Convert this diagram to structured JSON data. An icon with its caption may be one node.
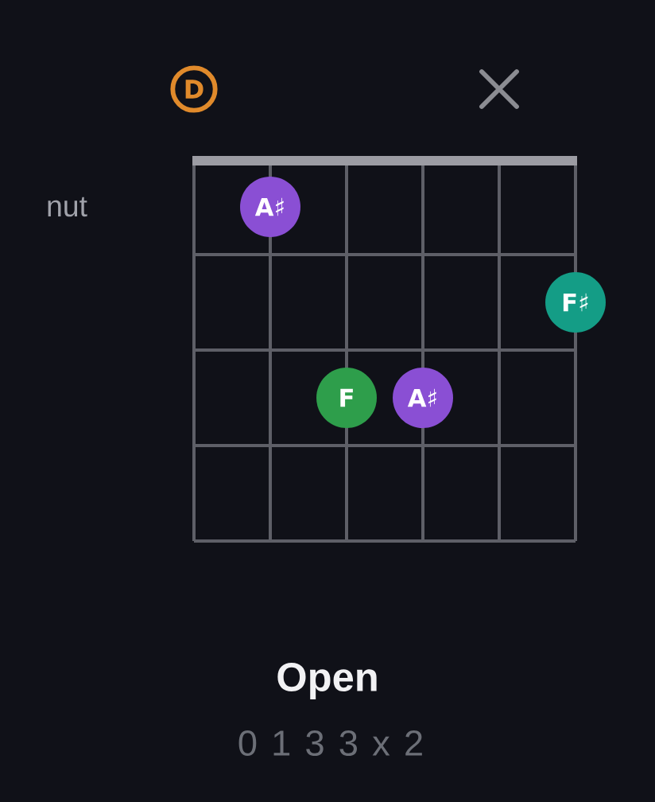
{
  "diagram": {
    "nodes": [
      {
        "text": [
          "D"
        ]
      },
      {
        "text": [
          "A♯"
        ]
      },
      {
        "text": [
          "F♯"
        ]
      },
      {
        "text": [
          "F"
        ]
      },
      {
        "text": [
          "A♯"
        ]
      }
    ],
    "labels": [
      "nut",
      "Open",
      "0 1 3 3 x 2"
    ]
  }
}
